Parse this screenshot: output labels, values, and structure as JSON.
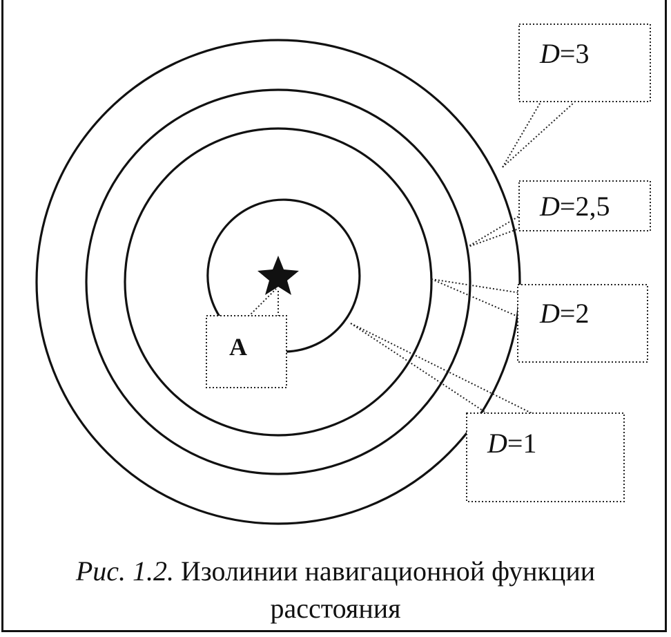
{
  "figure": {
    "ring_labels": [
      {
        "var": "D",
        "value": "=3"
      },
      {
        "var": "D",
        "value": "=2,5"
      },
      {
        "var": "D",
        "value": "=2"
      },
      {
        "var": "D",
        "value": "=1"
      }
    ],
    "point_label": "A",
    "caption": {
      "prefix": "Рис. 1.2.",
      "line1": "Изолинии навигационной функции",
      "line2": "расстояния"
    },
    "colors": {
      "ink": "#111111",
      "background": "#ffffff"
    },
    "icons": {
      "target": "star-icon"
    }
  }
}
